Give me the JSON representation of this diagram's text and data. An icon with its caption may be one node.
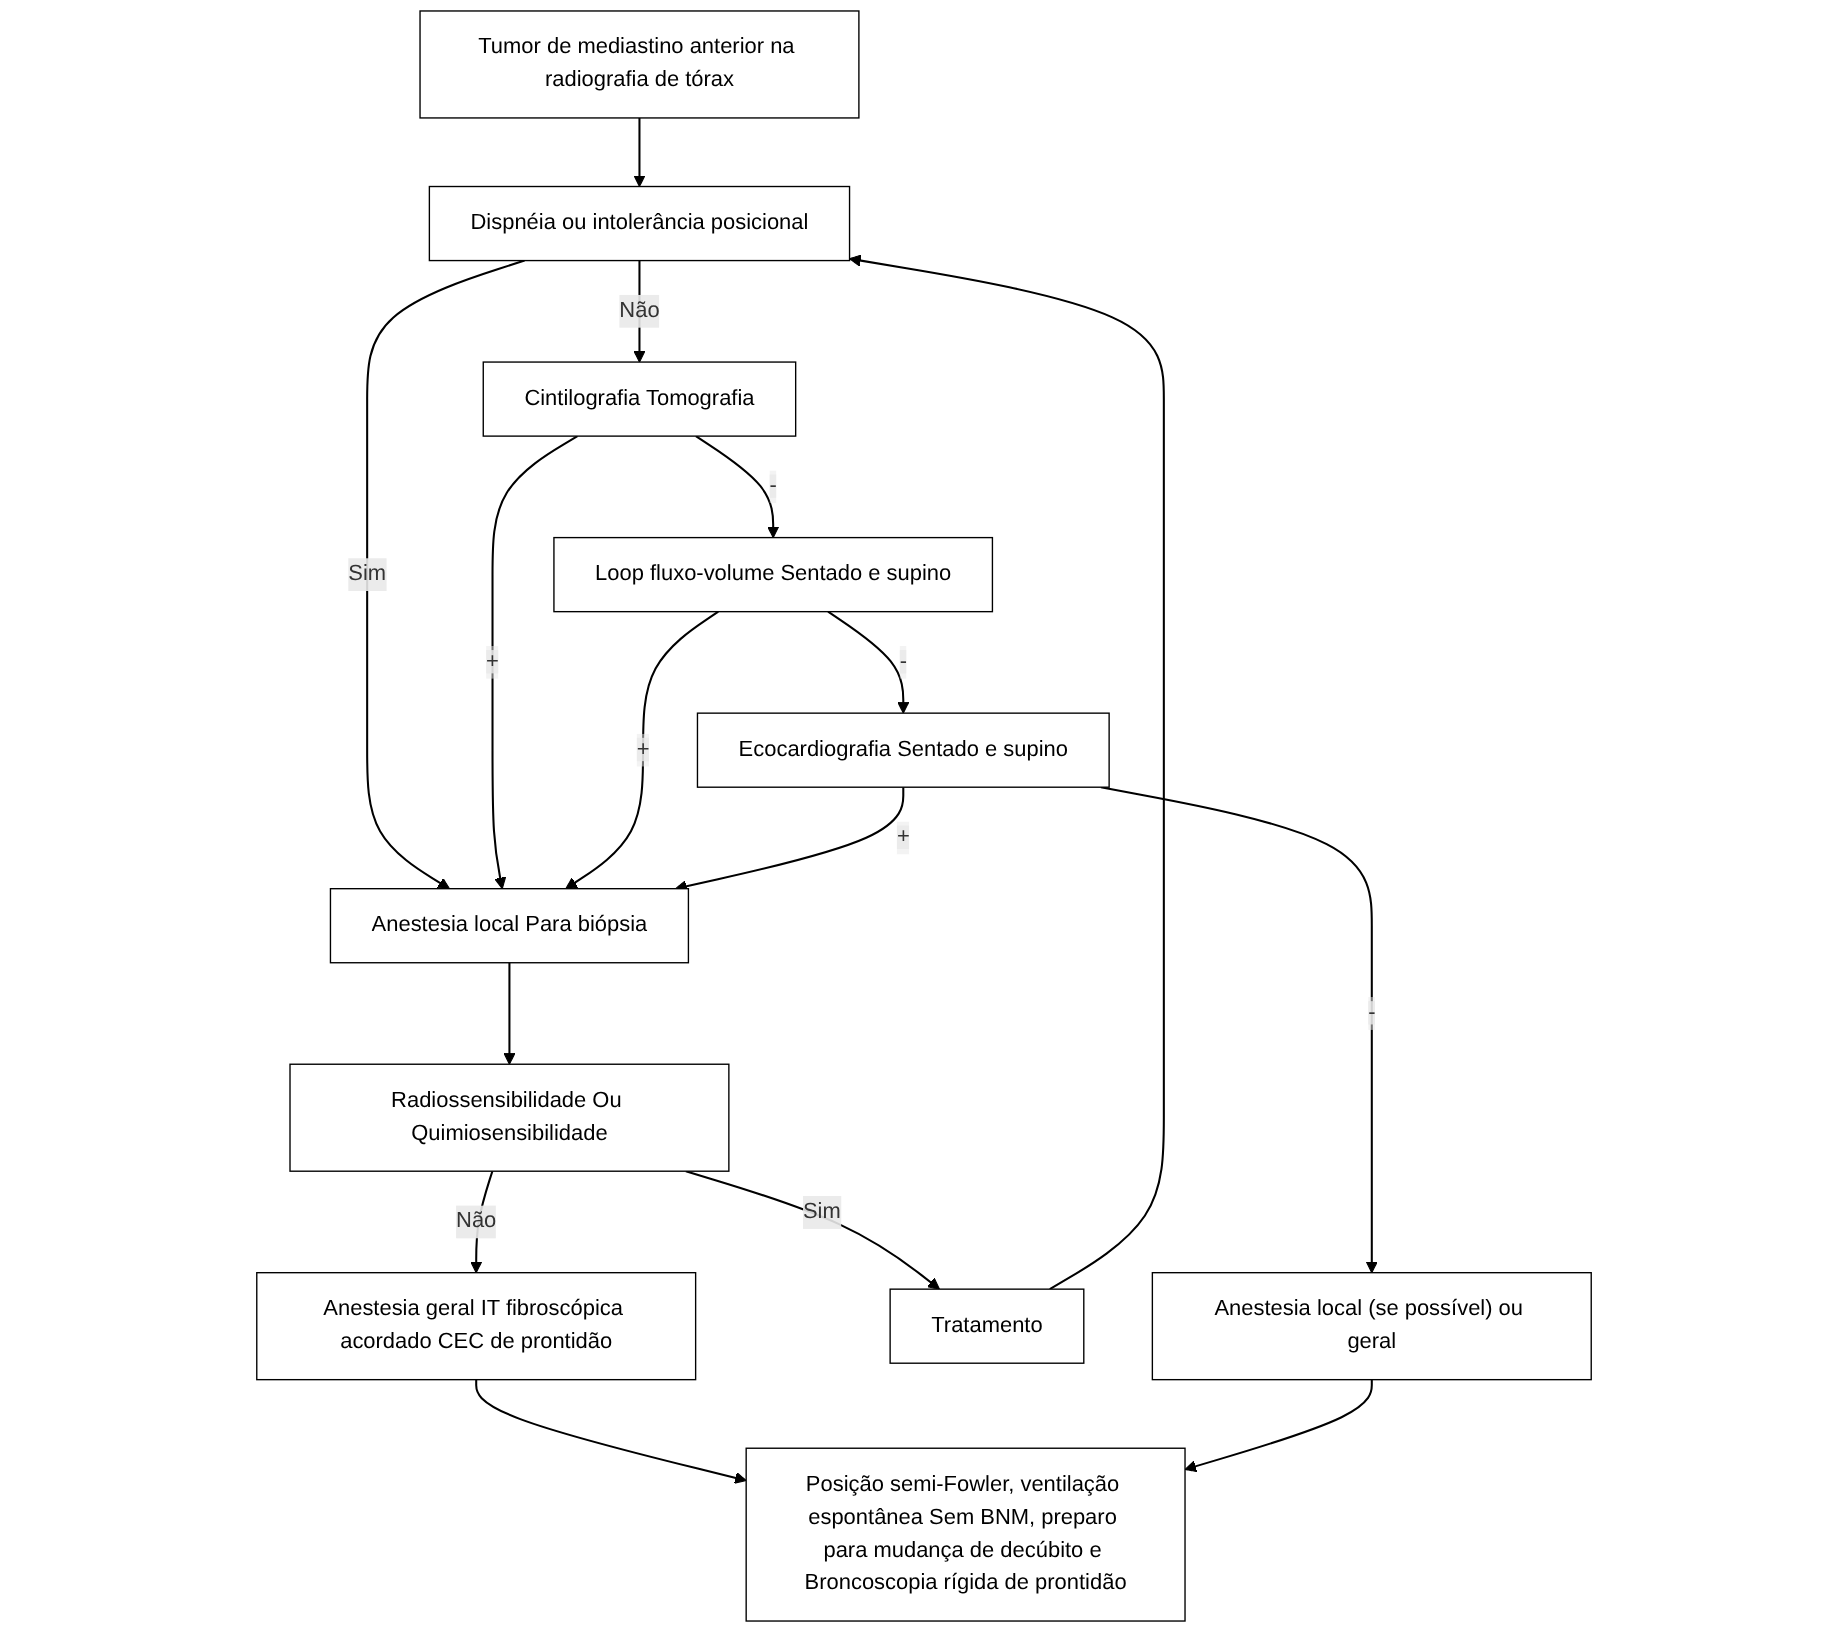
{
  "diagram": {
    "nodes": [
      {
        "text": [
          "Tumor de mediastino anterior na radiografia de tórax"
        ]
      },
      {
        "text": [
          "Dispnéia ou intolerância posicional"
        ]
      },
      {
        "text": [
          "Cintilografia Tomografia"
        ]
      },
      {
        "text": [
          "Anestesia local Para biópsia"
        ]
      },
      {
        "text": [
          "Loop fluxo-volume Sentado e supino"
        ]
      },
      {
        "text": [
          "Radiossensibilidade Ou Quimiosensibilidade"
        ]
      },
      {
        "text": [
          "Ecocardiografia Sentado e supino"
        ]
      },
      {
        "text": [
          "Anestesia local (se possível) ou geral"
        ]
      },
      {
        "text": [
          "Tratamento"
        ]
      },
      {
        "text": [
          "Anestesia geral IT fibroscópica acordado CEC de prontidão"
        ]
      },
      {
        "text": [
          "Posição semi-Fowler, ventilação espontânea Sem BNM, preparo para mudança de decúbito e Broncoscopia rígida de prontidão"
        ]
      }
    ],
    "edges": [
      {
        "from": 0,
        "to": 1,
        "arrow": "to"
      },
      {
        "from": 1,
        "to": 3,
        "arrow": "to",
        "label": "Sim"
      },
      {
        "from": 1,
        "to": 2,
        "arrow": "to",
        "label": "Não"
      },
      {
        "from": 2,
        "to": 3,
        "arrow": "to",
        "label": "+"
      },
      {
        "from": 2,
        "to": 4,
        "arrow": "to",
        "label": "-"
      },
      {
        "from": 4,
        "to": 3,
        "arrow": "to",
        "label": "+"
      },
      {
        "from": 4,
        "to": 6,
        "arrow": "to",
        "label": "-"
      },
      {
        "from": 6,
        "to": 3,
        "arrow": "to",
        "label": "+"
      },
      {
        "from": 6,
        "to": 7,
        "arrow": "to",
        "label": "-"
      },
      {
        "from": 3,
        "to": 5,
        "arrow": "to"
      },
      {
        "from": 5,
        "to": 8,
        "arrow": "to",
        "label": "Sim"
      },
      {
        "from": 5,
        "to": 9,
        "arrow": "to",
        "label": "Não"
      },
      {
        "from": 9,
        "to": 10,
        "arrow": "to"
      },
      {
        "from": 7,
        "to": 10,
        "arrow": "to"
      },
      {
        "from": 8,
        "to": 1,
        "arrow": "to"
      }
    ]
  }
}
